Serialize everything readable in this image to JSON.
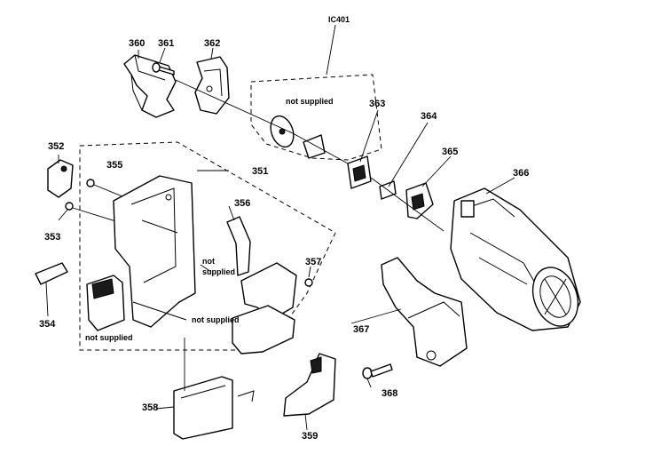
{
  "callouts": {
    "ic401": "IC401",
    "p351": "351",
    "p352": "352",
    "p353": "353",
    "p354": "354",
    "p355": "355",
    "p356": "356",
    "p357": "357",
    "p358": "358",
    "p359": "359",
    "p360": "360",
    "p361": "361",
    "p362": "362",
    "p363": "363",
    "p364": "364",
    "p365": "365",
    "p366": "366",
    "p367": "367",
    "p368": "368"
  },
  "notes": {
    "not_supplied_top": "not supplied",
    "not_supplied_mid_1": "not",
    "not_supplied_mid_2": "supplied",
    "not_supplied_bottom": "not supplied",
    "not_supplied_left": "not supplied"
  }
}
